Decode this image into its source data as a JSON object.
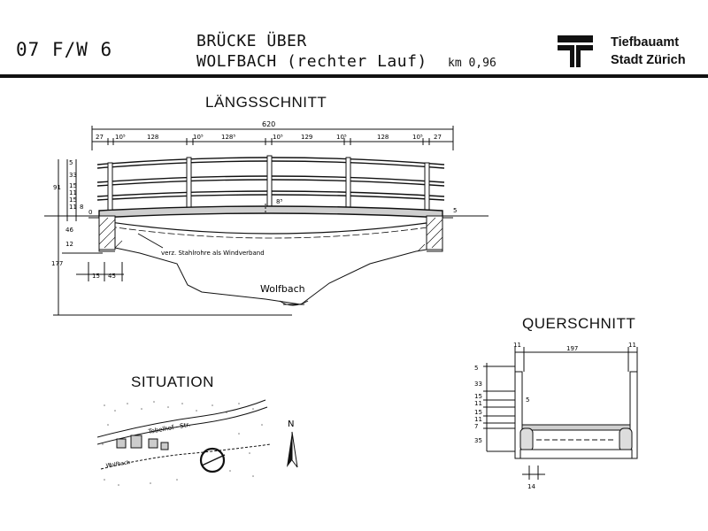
{
  "header": {
    "code": "07 F/W 6",
    "title_line1": "BRÜCKE ÜBER",
    "title_line2": "WOLFBACH (rechter Lauf)",
    "km": "km 0,96",
    "org_line1": "Tiefbauamt",
    "org_line2": "Stadt Zürich"
  },
  "sections": {
    "longitudinal": "LÄNGSSCHNITT",
    "cross": "QUERSCHNITT",
    "situation": "SITUATION"
  },
  "longitudinal": {
    "total_width": "620",
    "spans": [
      "27",
      "10⁵",
      "128",
      "10⁵",
      "128⁵",
      "10⁵",
      "129",
      "10⁵",
      "128",
      "10⁵",
      "27"
    ],
    "left_dims": [
      "5",
      "33",
      "15",
      "11",
      "15",
      "11",
      "8",
      "0"
    ],
    "left_total": "91",
    "lower_dims": [
      "46",
      "12"
    ],
    "overall_height": "177",
    "bottom_dims": [
      "15",
      "45"
    ],
    "note_rods": "verz. Stahlrohre als Windverband",
    "stream_label": "Wolfbach",
    "mark_a": "8⁵",
    "mark_b": "5"
  },
  "cross": {
    "width": "197",
    "edge_left": "11",
    "edge_right": "11",
    "left_dims": [
      "5",
      "33",
      "15",
      "11",
      "15",
      "11",
      "7",
      "35"
    ],
    "mark": "5",
    "bottom_dim": "14"
  },
  "situation": {
    "street_label": "Tobelhof - Str.",
    "stream_label": "Wolfbach",
    "north": "N"
  }
}
